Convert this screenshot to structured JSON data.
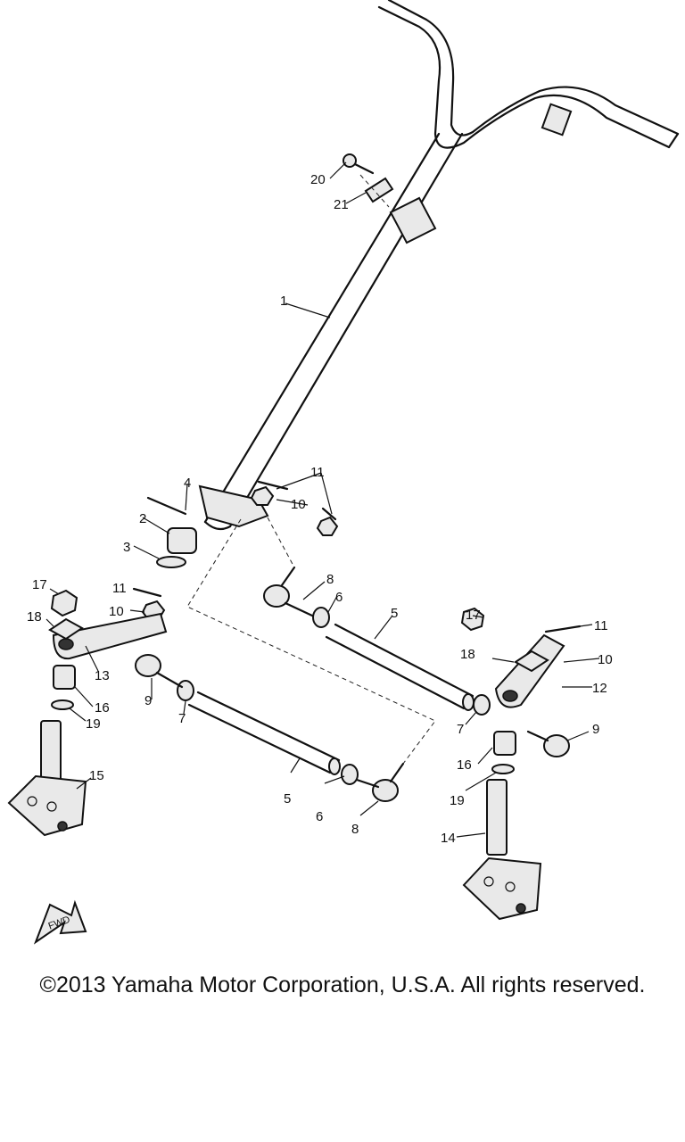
{
  "diagram": {
    "callouts": [
      "1",
      "2",
      "3",
      "4",
      "5",
      "5",
      "6",
      "6",
      "7",
      "7",
      "8",
      "8",
      "9",
      "9",
      "10",
      "10",
      "10",
      "11",
      "11",
      "11",
      "12",
      "13",
      "14",
      "15",
      "16",
      "16",
      "17",
      "17",
      "18",
      "18",
      "19",
      "19",
      "20",
      "21"
    ],
    "fwd_label": "FWD"
  },
  "footer": {
    "copyright": "©2013 Yamaha Motor Corporation, U.S.A. All rights reserved."
  }
}
